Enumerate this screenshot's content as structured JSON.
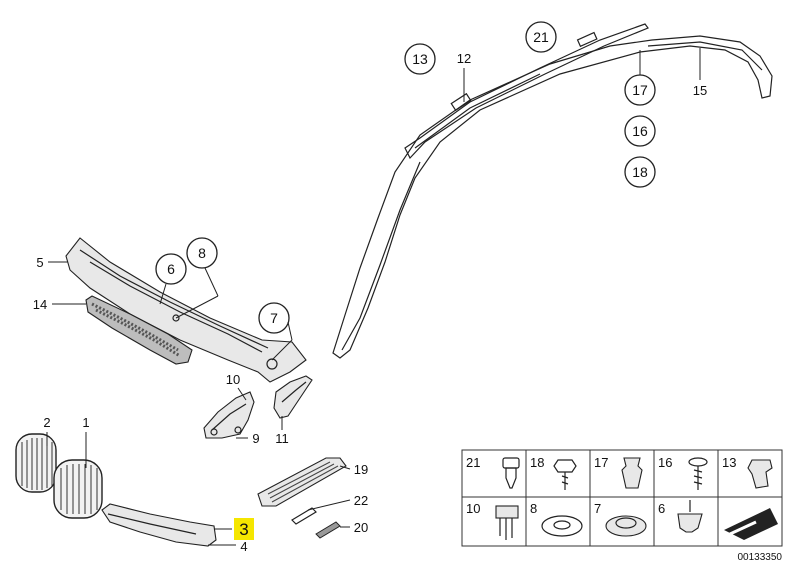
{
  "diagram_code": "00133350",
  "highlight_color": "#f5e600",
  "callouts": {
    "n1": "1",
    "n2": "2",
    "n3": "3",
    "n4": "4",
    "n5": "5",
    "n6": "6",
    "n7": "7",
    "n8": "8",
    "n9": "9",
    "n10": "10",
    "n11": "11",
    "n12": "12",
    "n13": "13",
    "n14": "14",
    "n15": "15",
    "n16": "16",
    "n17": "17",
    "n18": "18",
    "n19": "19",
    "n20": "20",
    "n21": "21",
    "n22": "22"
  },
  "fastener_table": {
    "row1": [
      "21",
      "18",
      "17",
      "16",
      "13"
    ],
    "row2": [
      "10",
      "8",
      "7",
      "6",
      ""
    ]
  }
}
